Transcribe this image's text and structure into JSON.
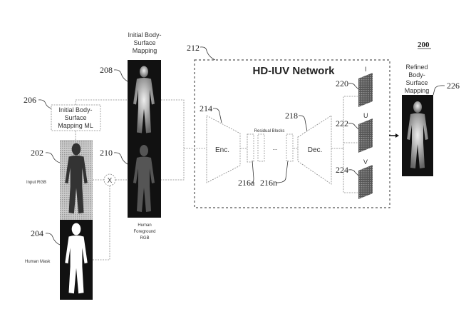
{
  "figure_number": "200",
  "refs": {
    "input_rgb": "202",
    "human_mask": "204",
    "ml_box": "206",
    "initial_mapping": "208",
    "foreground": "210",
    "network": "212",
    "encoder": "214",
    "res_a": "216a",
    "res_n": "216n",
    "decoder": "218",
    "i_out": "220",
    "u_out": "222",
    "v_out": "224",
    "refined": "226"
  },
  "labels": {
    "initial_mapping": [
      "Initial Body-",
      "Surface",
      "Mapping"
    ],
    "ml_box": [
      "Initial Body-",
      "Surface",
      "Mapping ML"
    ],
    "input_rgb": "Input RGB",
    "human_mask": "Human Mask",
    "foreground": [
      "Human",
      "Foreground",
      "RGB"
    ],
    "network_title": "HD-IUV Network",
    "encoder": "Enc.",
    "decoder": "Dec.",
    "residual_blocks": "Residual Blocks",
    "ellipsis": "...",
    "multiply": "X",
    "i": "I",
    "u": "U",
    "v": "V",
    "refined": [
      "Refined",
      "Body-",
      "Surface",
      "Mapping"
    ]
  }
}
